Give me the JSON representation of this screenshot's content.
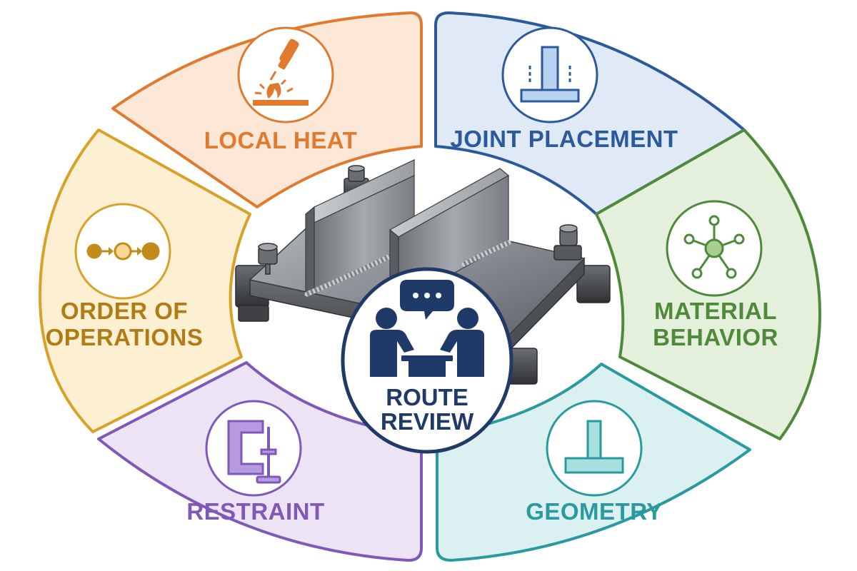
{
  "segments": {
    "local_heat": {
      "label": "LOCAL HEAT",
      "color": "#e07a2e",
      "icon": "welding-torch-icon"
    },
    "joint_placement": {
      "label": "JOINT PLACEMENT",
      "color": "#2a5a9c",
      "icon": "t-joint-placement-icon"
    },
    "material_behavior": {
      "label_line1": "MATERIAL",
      "label_line2": "BEHAVIOR",
      "color": "#4f8a3a",
      "icon": "molecule-network-icon"
    },
    "geometry": {
      "label": "GEOMETRY",
      "color": "#2a9aa0",
      "icon": "t-beam-icon"
    },
    "restraint": {
      "label": "RESTRAINT",
      "color": "#8058b8",
      "icon": "c-clamp-icon"
    },
    "order_of_operations": {
      "label_line1": "ORDER OF",
      "label_line2": "OPERATIONS",
      "color": "#d8a22a",
      "icon": "sequence-steps-icon"
    }
  },
  "center": {
    "label_line1": "ROUTE",
    "label_line2": "REVIEW",
    "color": "#1f3a68",
    "icon": "team-discussion-icon"
  },
  "illustration": {
    "icon": "welded-steel-fixture-illustration"
  }
}
